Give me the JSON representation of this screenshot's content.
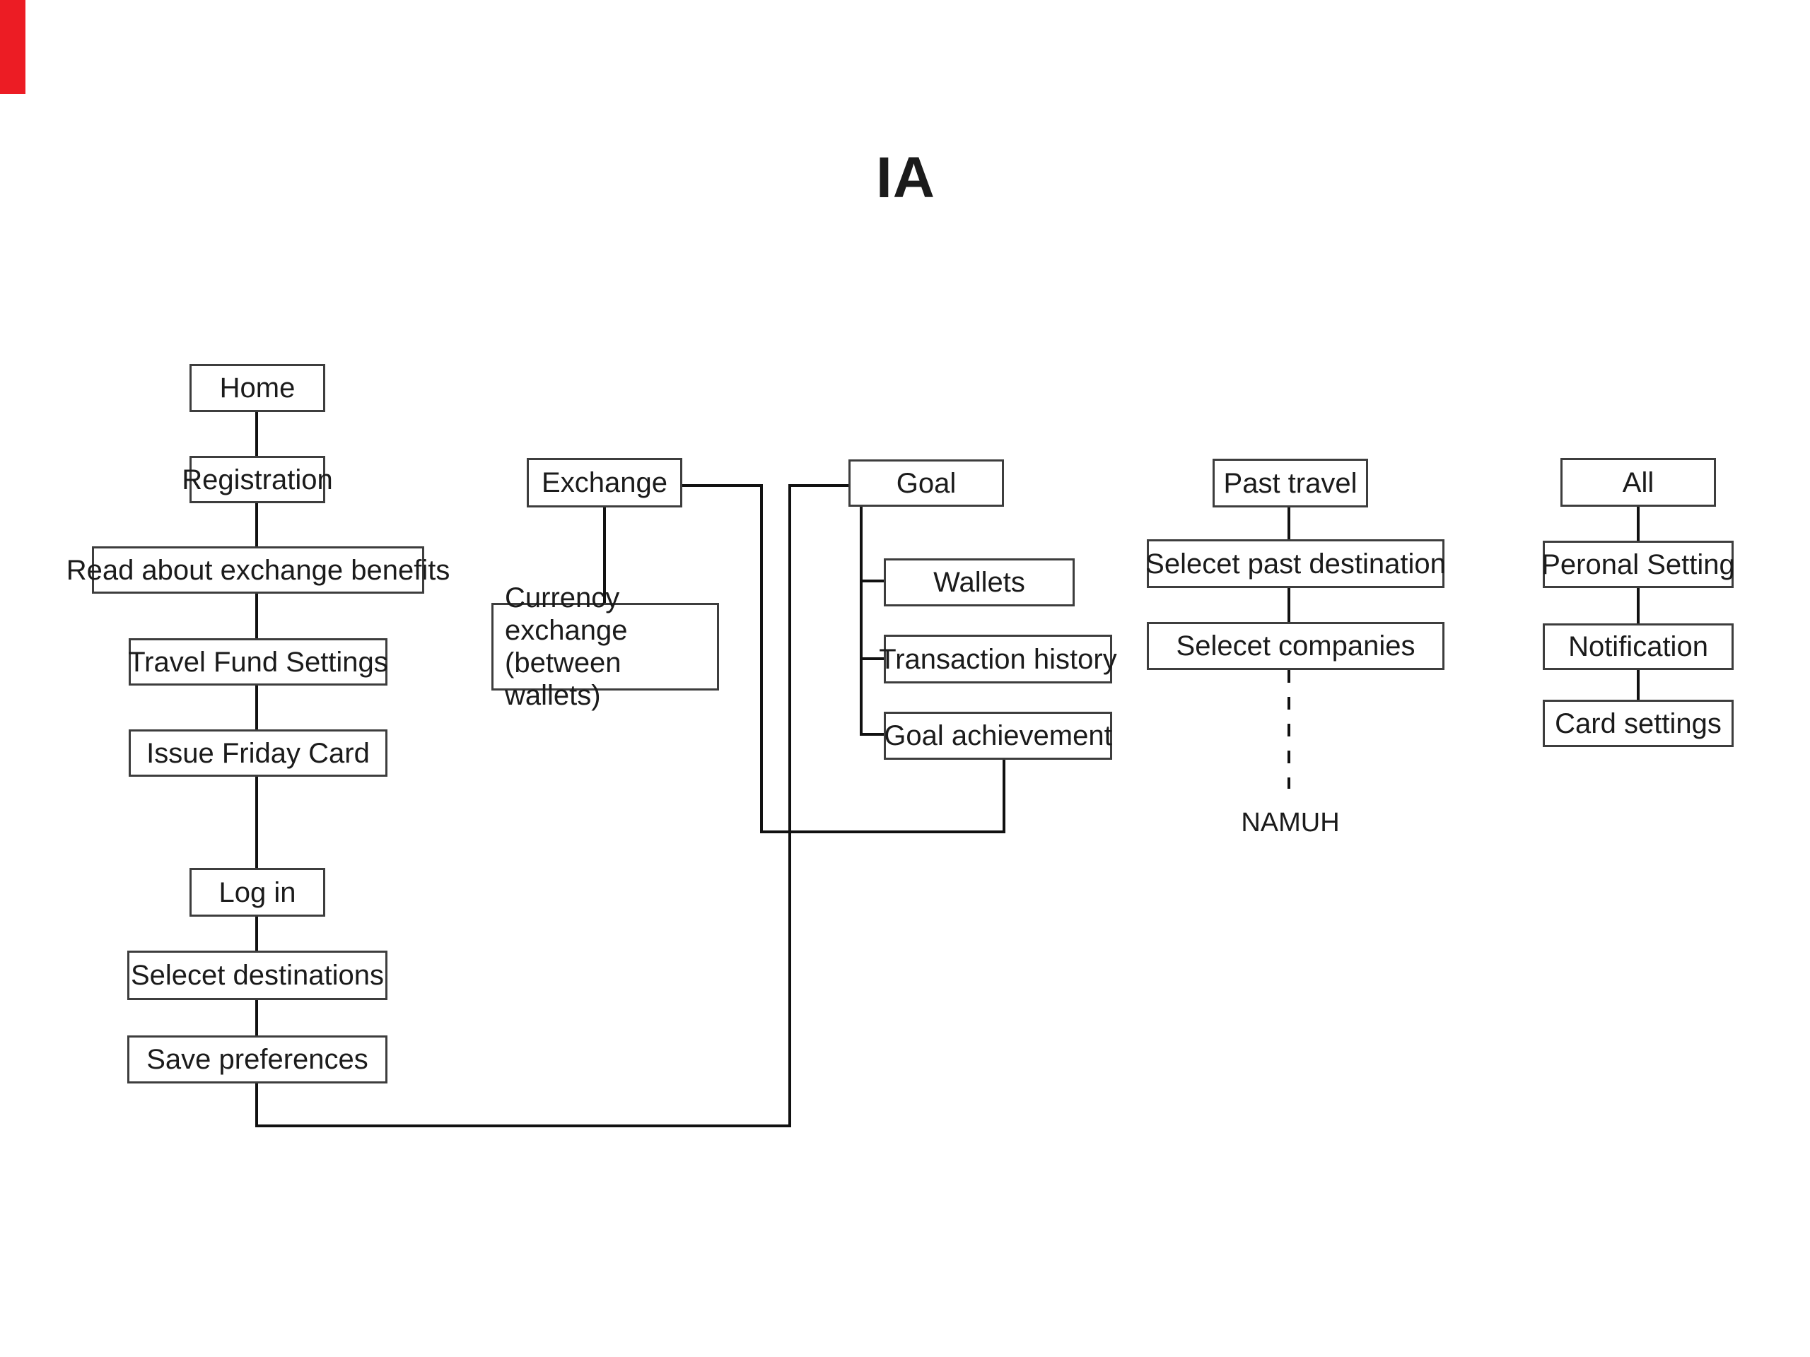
{
  "title": "IA",
  "main_flow": {
    "home": "Home",
    "registration": "Registration",
    "read_benefits": "Read about exchange benefits",
    "travel_fund": "Travel Fund Settings",
    "issue_card": "Issue Friday Card",
    "login": "Log in",
    "select_destinations": "Selecet destinations",
    "save_preferences": "Save preferences"
  },
  "exchange_flow": {
    "exchange": "Exchange",
    "currency_exchange_line1": "Currency exchange",
    "currency_exchange_line2": "(between wallets)"
  },
  "goal_flow": {
    "goal": "Goal",
    "wallets": "Wallets",
    "transaction_history": "Transaction history",
    "goal_achievement": "Goal achievement"
  },
  "past_travel_flow": {
    "past_travel": "Past travel",
    "select_past_destination": "Selecet past destination",
    "select_companies": "Selecet companies",
    "namuh": "NAMUH"
  },
  "settings_flow": {
    "all": "All",
    "personal_setting": "Peronal Setting",
    "notification": "Notification",
    "card_settings": "Card settings"
  },
  "colors": {
    "accent_red": "#ec1c24",
    "line_black": "#111111",
    "box_border": "#3d3d3d",
    "background": "#ffffff"
  }
}
